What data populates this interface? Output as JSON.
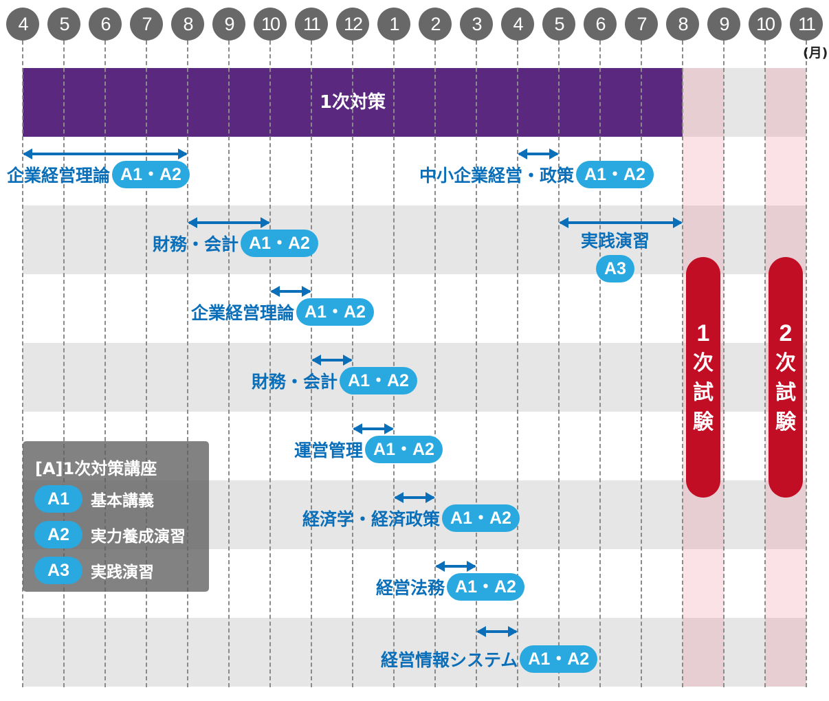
{
  "months": [
    "4",
    "5",
    "6",
    "7",
    "8",
    "9",
    "10",
    "11",
    "12",
    "1",
    "2",
    "3",
    "4",
    "5",
    "6",
    "7",
    "8",
    "9",
    "10",
    "11"
  ],
  "month_unit": "(月)",
  "phase": {
    "label": "1次対策",
    "start_index": 0,
    "end_index": 16
  },
  "courses": [
    {
      "name": "企業経営理論",
      "badge": "A1・A2",
      "start_index": 0,
      "end_index": 4
    },
    {
      "name": "中小企業経営・政策",
      "badge": "A1・A2",
      "start_index": 12,
      "end_index": 13
    },
    {
      "name": "財務・会計",
      "badge": "A1・A2",
      "start_index": 4,
      "end_index": 6
    },
    {
      "name": "実践演習",
      "badge": "A3",
      "start_index": 13,
      "end_index": 16
    },
    {
      "name": "企業経営理論",
      "badge": "A1・A2",
      "start_index": 6,
      "end_index": 7
    },
    {
      "name": "財務・会計",
      "badge": "A1・A2",
      "start_index": 7,
      "end_index": 8
    },
    {
      "name": "運営管理",
      "badge": "A1・A2",
      "start_index": 8,
      "end_index": 9
    },
    {
      "name": "経済学・経済政策",
      "badge": "A1・A2",
      "start_index": 9,
      "end_index": 10
    },
    {
      "name": "経営法務",
      "badge": "A1・A2",
      "start_index": 10,
      "end_index": 11
    },
    {
      "name": "経営情報システム",
      "badge": "A1・A2",
      "start_index": 11,
      "end_index": 12
    }
  ],
  "exams": [
    {
      "num": "1",
      "chars": [
        "次",
        "試",
        "験"
      ]
    },
    {
      "num": "2",
      "chars": [
        "次",
        "試",
        "験"
      ]
    }
  ],
  "legend": {
    "title": "[A]1次対策講座",
    "items": [
      {
        "code": "A1",
        "label": "基本講義"
      },
      {
        "code": "A2",
        "label": "実力養成演習"
      },
      {
        "code": "A3",
        "label": "実践演習"
      }
    ]
  },
  "colors": {
    "phase": "#5a287e",
    "text": "#0a6fb8",
    "badge": "#29a9e0",
    "exam": "#c20e24",
    "month": "#686868"
  }
}
